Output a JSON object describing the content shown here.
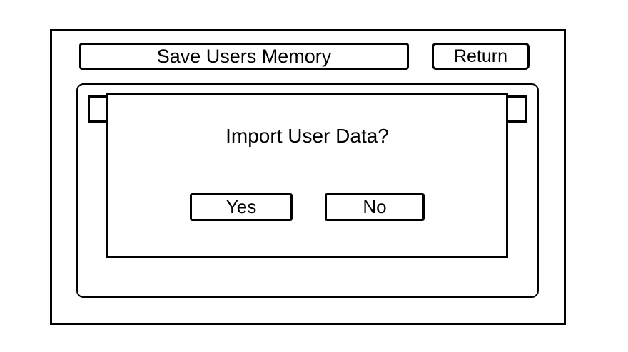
{
  "window": {
    "title_bar": {
      "title": "Save Users Memory",
      "return_label": "Return"
    },
    "dialog": {
      "question": "Import User Data?",
      "yes_label": "Yes",
      "no_label": "No"
    }
  },
  "colors": {
    "line": "#000000",
    "background": "#ffffff"
  }
}
